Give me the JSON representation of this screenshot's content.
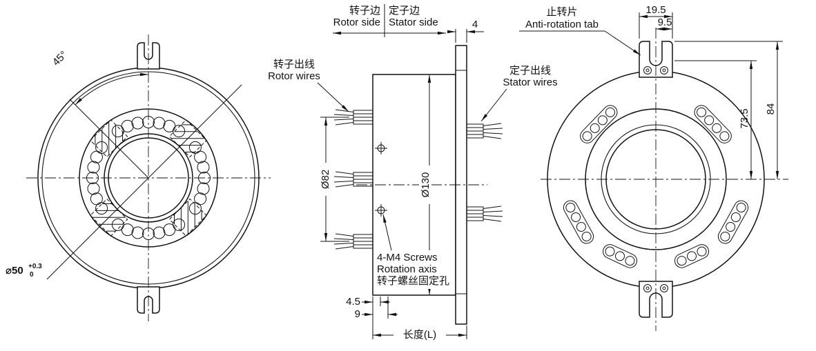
{
  "views": {
    "front": {
      "angle_label": "45°",
      "bore_label": "⌀50",
      "bore_tol_upper": "+0.3",
      "bore_tol_lower": "0"
    },
    "side": {
      "rotor_side_cn": "转子边",
      "stator_side_cn": "定子边",
      "rotor_side_en": "Rotor side",
      "stator_side_en": "Stator side",
      "rotor_wires_cn": "转子出线",
      "rotor_wires_en": "Rotor wires",
      "stator_wires_cn": "定子出线",
      "stator_wires_en": "Stator wires",
      "screws_line1": "4-M4 Screws",
      "screws_line2": "Rotation axis",
      "screws_line3": "转子螺丝固定孔",
      "dia_82": "Ø82",
      "dia_130": "Ø130",
      "flange_thickness": "4",
      "dim_4_5": "4.5",
      "dim_9": "9",
      "length_label": "长度(L)"
    },
    "rear": {
      "anti_rotation_cn": "止转片",
      "anti_rotation_en": "Anti-rotation tab",
      "dim_19_5": "19.5",
      "dim_9_5": "9.5",
      "dim_73_5": "73.5",
      "dim_84": "84"
    }
  }
}
